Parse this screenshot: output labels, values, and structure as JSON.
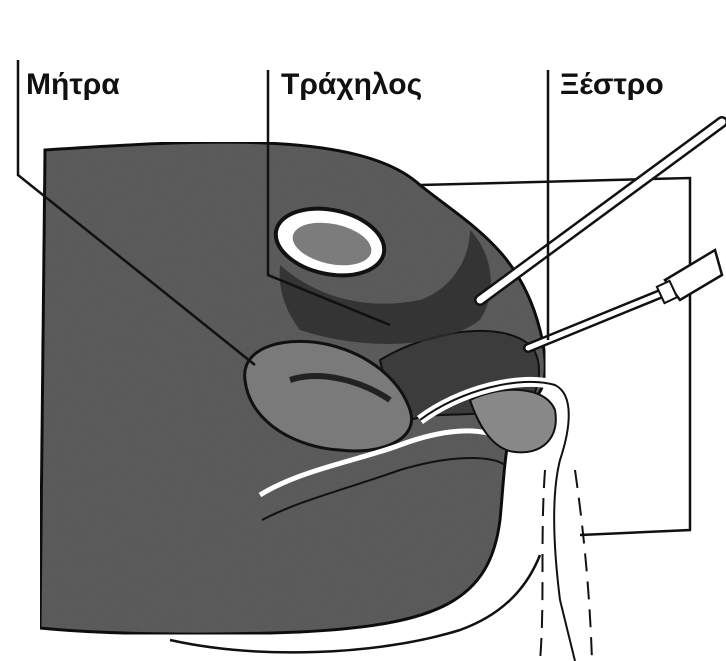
{
  "labels": {
    "uterus": "Μήτρα",
    "cervix": "Τράχηλος",
    "scraper": "Ξέστρο"
  },
  "colors": {
    "background": "#ffffff",
    "tissue": "#5a5a5a",
    "tissue_dark": "#333333",
    "uterus_fill": "#777777",
    "line": "#111111",
    "instrument": "#ffffff"
  }
}
